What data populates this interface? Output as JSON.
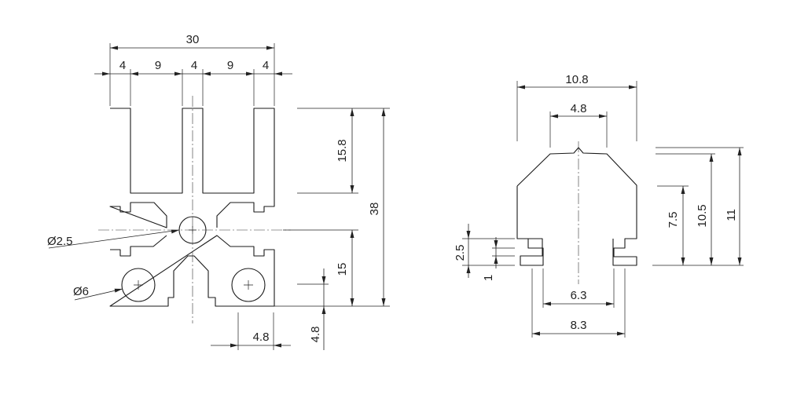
{
  "front_view": {
    "dims": {
      "overall_width": "30",
      "seg_1": "4",
      "seg_2": "9",
      "seg_3": "4",
      "seg_4": "9",
      "seg_5": "4",
      "slot_depth": "15.8",
      "overall_height": "38",
      "lower_height": "15",
      "bottom_offset": "4.8",
      "bottom_width": "4.8",
      "center_hole": "Ø2.5",
      "side_hole": "Ø6"
    }
  },
  "side_view": {
    "dims": {
      "top_width": "10.8",
      "top_flat": "4.8",
      "h_7_5": "7.5",
      "h_10_5": "10.5",
      "h_11": "11",
      "lip_2_5": "2.5",
      "lip_1": "1",
      "inner_width": "6.3",
      "outer_width": "8.3"
    }
  }
}
